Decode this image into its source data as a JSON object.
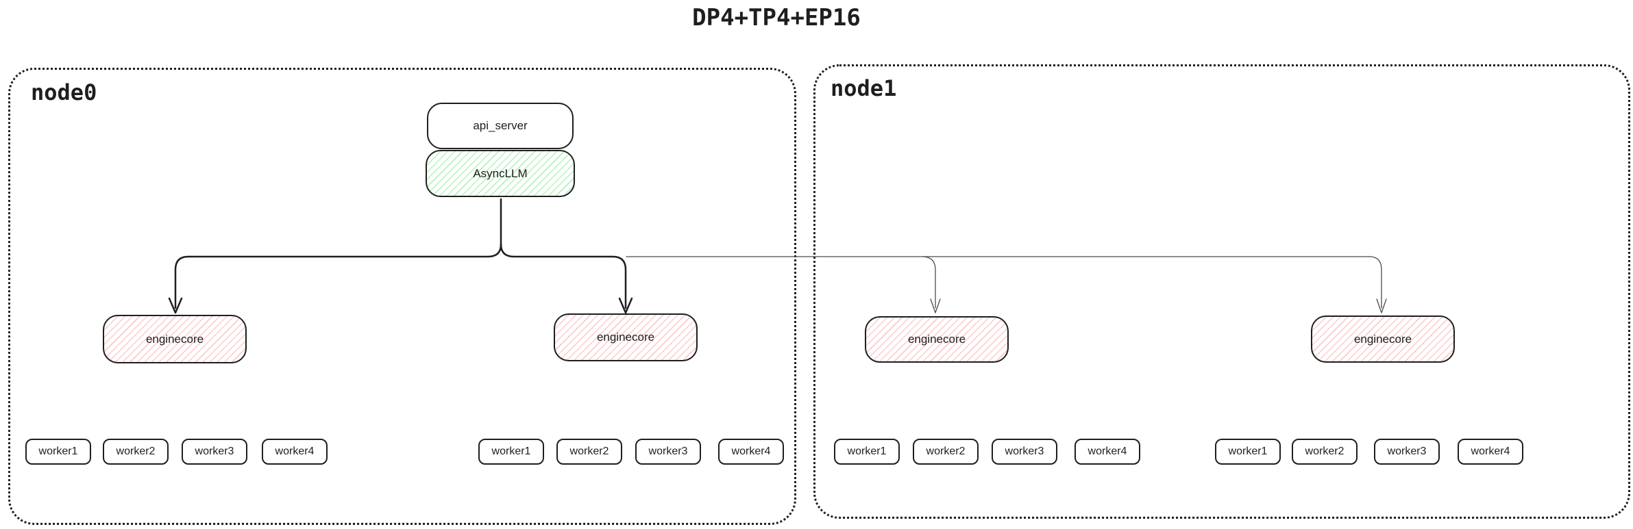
{
  "title": "DP4+TP4+EP16",
  "colors": {
    "stroke": "#1e1e1e",
    "green_hatch": "#b2f2bb",
    "red_hatch": "#ffc9c9",
    "thin_line": "#4a4a4a",
    "background": "#ffffff"
  },
  "nodes": [
    {
      "label": "node0"
    },
    {
      "label": "node1"
    }
  ],
  "api_server": {
    "label": "api_server"
  },
  "asyncllm": {
    "label": "AsyncLLM"
  },
  "engine_groups": [
    {
      "node": "node0",
      "enginecore_label": "enginecore",
      "workers": [
        "worker1",
        "worker2",
        "worker3",
        "worker4"
      ]
    },
    {
      "node": "node0",
      "enginecore_label": "enginecore",
      "workers": [
        "worker1",
        "worker2",
        "worker3",
        "worker4"
      ]
    },
    {
      "node": "node1",
      "enginecore_label": "enginecore",
      "workers": [
        "worker1",
        "worker2",
        "worker3",
        "worker4"
      ]
    },
    {
      "node": "node1",
      "enginecore_label": "enginecore",
      "workers": [
        "worker1",
        "worker2",
        "worker3",
        "worker4"
      ]
    }
  ]
}
